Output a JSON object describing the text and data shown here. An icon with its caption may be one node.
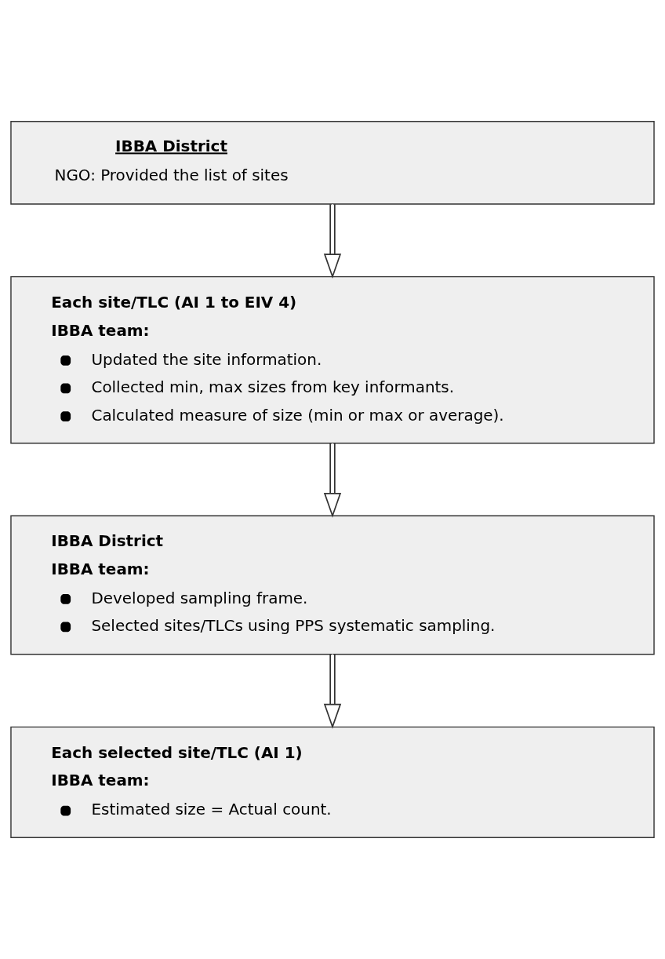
{
  "diagram": {
    "nodes": [
      {
        "text": [
          "IBBA District",
          "NGO: Provided the list of sites"
        ]
      },
      {
        "text": [
          "Each site/TLC (AI 1 to EIV 4)",
          "IBBA team:",
          "Updated the site information.",
          "Collected min, max sizes from key informants.",
          "Calculated measure of size (min or max or average)."
        ]
      },
      {
        "text": [
          "IBBA District",
          "IBBA team:",
          "Developed sampling frame.",
          "Selected sites/TLCs using PPS systematic sampling."
        ]
      },
      {
        "text": [
          "Each selected site/TLC (AI 1)",
          "IBBA team:",
          "Estimated size = Actual count."
        ]
      }
    ],
    "edges": [
      {
        "from": 0,
        "to": 1,
        "arrow": "to"
      },
      {
        "from": 1,
        "to": 2,
        "arrow": "to"
      },
      {
        "from": 2,
        "to": 3,
        "arrow": "to"
      }
    ]
  }
}
